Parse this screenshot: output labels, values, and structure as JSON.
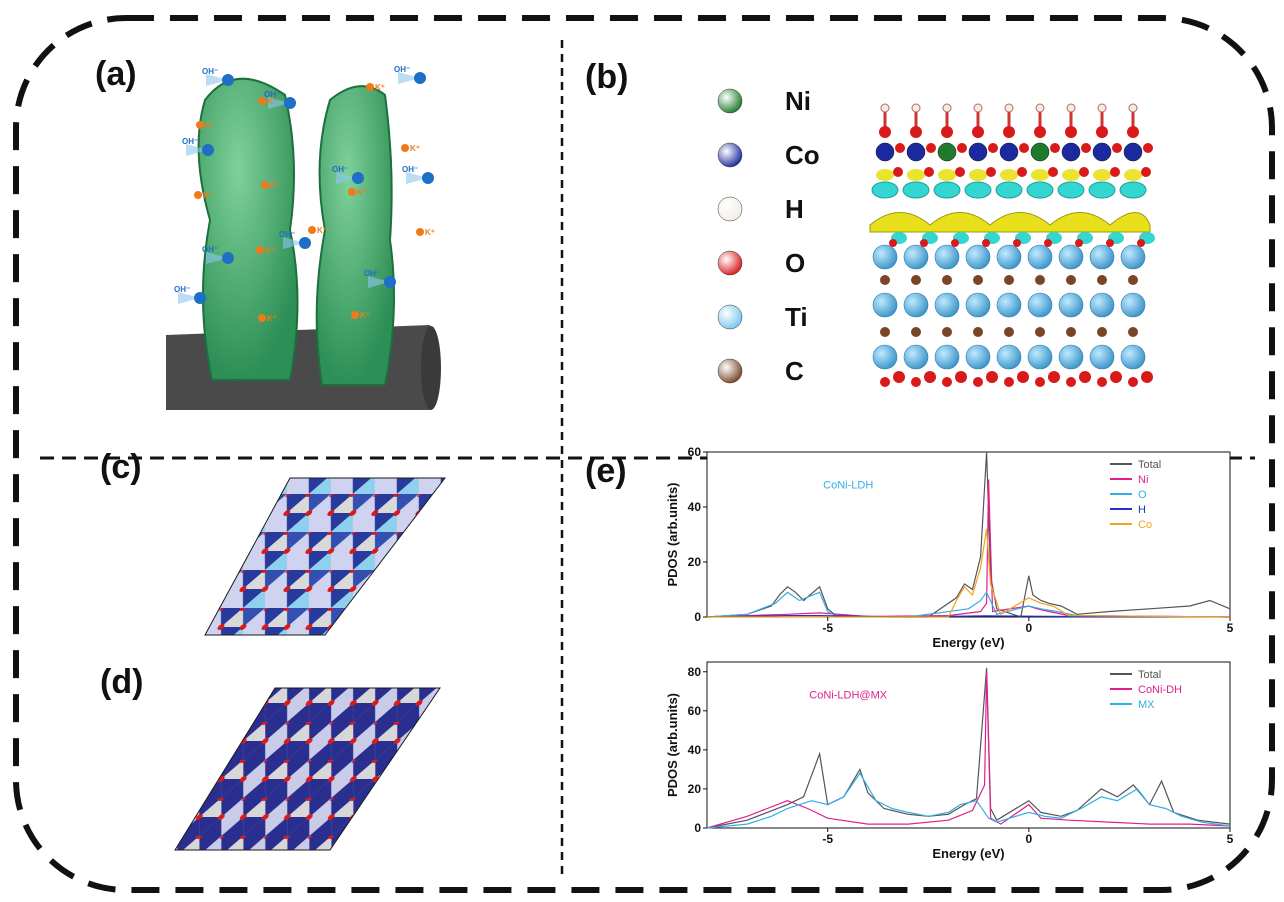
{
  "panels": {
    "a": {
      "label": "(a)",
      "ions": {
        "oh": "OH⁻",
        "k": "K⁺"
      }
    },
    "b": {
      "label": "(b)",
      "legend": [
        {
          "symbol": "Ni",
          "color": "#1f7a2c"
        },
        {
          "symbol": "Co",
          "color": "#1b2a9e"
        },
        {
          "symbol": "H",
          "color": "#f2ede4"
        },
        {
          "symbol": "O",
          "color": "#d81a1a"
        },
        {
          "symbol": "Ti",
          "color": "#79c6ee"
        },
        {
          "symbol": "C",
          "color": "#7a4526"
        }
      ]
    },
    "c": {
      "label": "(c)"
    },
    "d": {
      "label": "(d)"
    },
    "e": {
      "label": "(e)"
    }
  },
  "chart_data": [
    {
      "type": "line",
      "annotation": "CoNi-LDH",
      "xlabel": "Energy (eV)",
      "ylabel": "PDOS (arb.units)",
      "xlim": [
        -8,
        5
      ],
      "ylim": [
        0,
        60
      ],
      "xticks": [
        "-5",
        "0",
        "5"
      ],
      "yticks": [
        "0",
        "20",
        "40",
        "60"
      ],
      "legend_position": "top-right",
      "series": [
        {
          "name": "Total",
          "color": "#555555",
          "x": [
            -8,
            -7.0,
            -6.4,
            -6.2,
            -6.0,
            -5.8,
            -5.6,
            -5.2,
            -5.0,
            -4.8,
            -3.5,
            -2.5,
            -1.8,
            -1.6,
            -1.4,
            -1.2,
            -1.05,
            -0.95,
            -0.8,
            -0.2,
            0.0,
            0.1,
            0.3,
            0.5,
            0.8,
            1.2,
            2.0,
            3.0,
            4.0,
            4.5,
            5
          ],
          "y": [
            0,
            1,
            4,
            8,
            11,
            9,
            6,
            11,
            3,
            0.5,
            0,
            0,
            7,
            12,
            10,
            22,
            60,
            15,
            3,
            0,
            15,
            8,
            6,
            5,
            4,
            1,
            2,
            3,
            4,
            6,
            3
          ]
        },
        {
          "name": "Ni",
          "color": "#e0208c",
          "x": [
            -8,
            -6.0,
            -5.2,
            -4.0,
            -2.0,
            -1.2,
            -1.05,
            -1.0,
            -0.9,
            0.0,
            0.2,
            0.5,
            1.0,
            5
          ],
          "y": [
            0,
            1,
            1.5,
            0.2,
            0.5,
            2,
            5,
            50,
            2,
            4,
            3,
            2,
            0.5,
            0
          ]
        },
        {
          "name": "O",
          "color": "#33aee8",
          "x": [
            -8,
            -7.0,
            -6.3,
            -6.0,
            -5.7,
            -5.2,
            -5.0,
            -4.8,
            -3.0,
            -1.5,
            -1.2,
            -1.05,
            -0.8,
            0.0,
            0.3,
            0.7,
            1.2,
            5
          ],
          "y": [
            0,
            1,
            5,
            9,
            6,
            9,
            2,
            0.3,
            0,
            3,
            6,
            9,
            1,
            4,
            3,
            2,
            0.5,
            0
          ]
        },
        {
          "name": "H",
          "color": "#2432c8",
          "x": [
            -8,
            -6.0,
            -5.2,
            -3.0,
            -1.1,
            0.0,
            1.0,
            5
          ],
          "y": [
            0,
            0.5,
            0.5,
            0,
            0.4,
            0.3,
            0.2,
            0
          ]
        },
        {
          "name": "Co",
          "color": "#f5a021",
          "x": [
            -8,
            -2.0,
            -1.8,
            -1.6,
            -1.4,
            -1.2,
            -1.05,
            -0.95,
            -0.7,
            0.0,
            0.3,
            0.6,
            1.0,
            5
          ],
          "y": [
            0,
            0,
            6,
            11,
            8,
            18,
            32,
            12,
            1,
            7,
            5,
            4,
            0.5,
            0
          ]
        }
      ]
    },
    {
      "type": "line",
      "annotation": "CoNi-LDH@MX",
      "xlabel": "Energy (eV)",
      "ylabel": "PDOS (arb.units)",
      "xlim": [
        -8,
        5
      ],
      "ylim": [
        0,
        85
      ],
      "xticks": [
        "-5",
        "0",
        "5"
      ],
      "yticks": [
        "0",
        "20",
        "40",
        "60",
        "80"
      ],
      "legend_position": "top-right",
      "series": [
        {
          "name": "Total",
          "color": "#555555",
          "x": [
            -8,
            -7.0,
            -6.5,
            -6.0,
            -5.6,
            -5.2,
            -5.0,
            -4.6,
            -4.2,
            -4.0,
            -3.6,
            -3.0,
            -2.5,
            -2.0,
            -1.6,
            -1.3,
            -1.05,
            -0.95,
            -0.8,
            0.0,
            0.3,
            0.8,
            1.2,
            1.8,
            2.2,
            2.6,
            3.0,
            3.3,
            3.6,
            4.2,
            5
          ],
          "y": [
            0,
            4,
            8,
            12,
            16,
            38,
            12,
            16,
            30,
            18,
            10,
            7,
            6,
            7,
            12,
            15,
            82,
            10,
            4,
            14,
            8,
            6,
            9,
            20,
            16,
            22,
            12,
            24,
            8,
            4,
            2
          ]
        },
        {
          "name": "CoNi-DH",
          "color": "#e0208c",
          "x": [
            -8,
            -7.0,
            -6.5,
            -6.0,
            -5.5,
            -5.0,
            -4.0,
            -3.0,
            -2.0,
            -1.4,
            -1.1,
            -1.05,
            -0.95,
            -0.7,
            0.0,
            0.3,
            1.0,
            2.0,
            3.0,
            4.0,
            5
          ],
          "y": [
            0,
            6,
            10,
            14,
            10,
            5,
            2,
            2,
            4,
            9,
            22,
            80,
            5,
            2,
            12,
            5,
            4,
            3,
            2,
            2,
            1
          ]
        },
        {
          "name": "MX",
          "color": "#33aee8",
          "x": [
            -8,
            -7.0,
            -6.4,
            -6.0,
            -5.4,
            -5.0,
            -4.6,
            -4.2,
            -3.8,
            -3.4,
            -3.0,
            -2.5,
            -2.0,
            -1.7,
            -1.3,
            -1.0,
            -0.8,
            0.0,
            0.4,
            0.8,
            1.3,
            1.8,
            2.2,
            2.7,
            3.0,
            3.4,
            3.8,
            4.3,
            5
          ],
          "y": [
            0,
            2,
            6,
            10,
            14,
            12,
            16,
            28,
            14,
            10,
            8,
            6,
            8,
            12,
            14,
            5,
            3,
            8,
            6,
            5,
            10,
            16,
            14,
            20,
            12,
            10,
            6,
            3,
            1
          ]
        }
      ]
    }
  ]
}
